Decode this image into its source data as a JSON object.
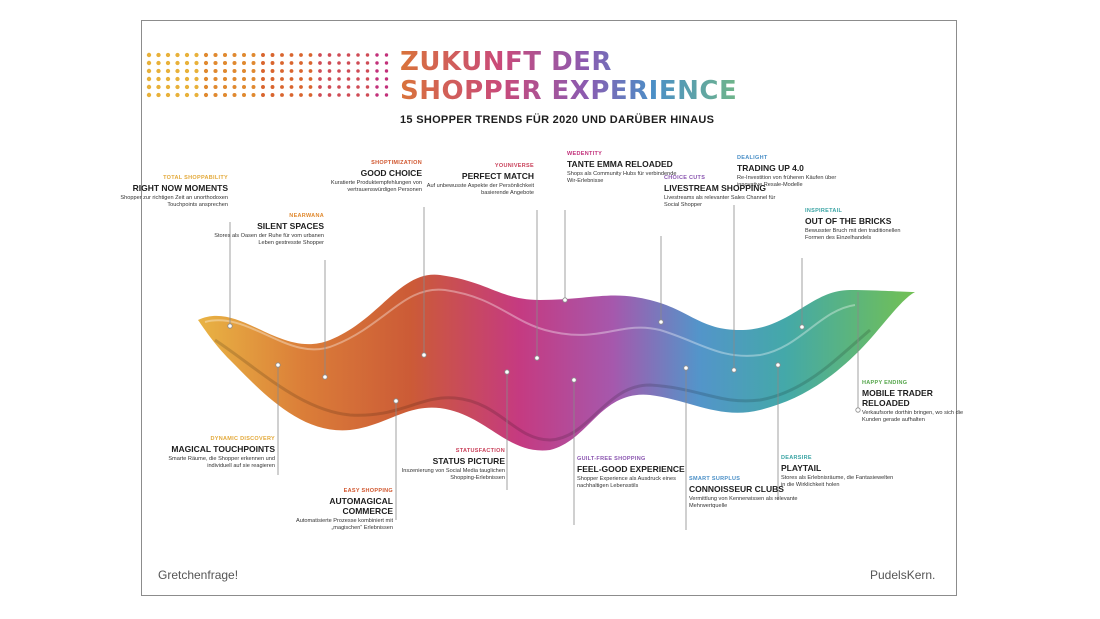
{
  "title_line1": "ZUKUNFT DER",
  "title_line2": "SHOPPER EXPERIENCE",
  "subtitle": "15 SHOPPER TRENDS FÜR 2020 UND DARÜBER HINAUS",
  "brand_left": "Gretchenfrage!",
  "brand_right": "PudelsKern.",
  "colors": {
    "orange": "#e0892f",
    "red": "#c94530",
    "magenta": "#c2307a",
    "purple": "#8a55b0",
    "blue": "#4a8fc7",
    "teal": "#3aa4a4",
    "green": "#55a64b"
  },
  "trends": [
    {
      "id": "right-now-moments",
      "category": "TOTAL SHOPPABILITY",
      "name": "RIGHT NOW MOMENTS",
      "desc": "Shopper zur richtigen Zeit an unorthodoxen Touchpoints ansprechen",
      "color": "#e3a93a"
    },
    {
      "id": "silent-spaces",
      "category": "NEARWANA",
      "name": "SILENT SPACES",
      "desc": "Stores als Oasen der Ruhe für vom urbanen Leben gestresste Shopper",
      "color": "#e0892f"
    },
    {
      "id": "good-choice",
      "category": "SHOPTIMIZATION",
      "name": "GOOD CHOICE",
      "desc": "Kuratierte Produktempfehlungen von vertrauenswürdigen Personen",
      "color": "#d0562e"
    },
    {
      "id": "perfect-match",
      "category": "YOUNIVERSE",
      "name": "PERFECT MATCH",
      "desc": "Auf unbewusste Aspekte der Persönlichkeit basierende Angebote",
      "color": "#c9415a"
    },
    {
      "id": "tante-emma-reloaded",
      "category": "WEDENTITY",
      "name": "TANTE EMMA RELOADED",
      "desc": "Shops als Community Hubs für verbindende Wir-Erlebnisse",
      "color": "#c2307a"
    },
    {
      "id": "livestream-shopping",
      "category": "CHOICE CUTS",
      "name": "LIVESTREAM SHOPPING",
      "desc": "Livestreams als relevanter Sales Channel für Social Shopper",
      "color": "#8a55b0"
    },
    {
      "id": "trading-up",
      "category": "DEALIGHT",
      "name": "TRADING UP 4.0",
      "desc": "Re-Investition von früheren Käufen über innovative Resale-Modelle",
      "color": "#4a8fc7"
    },
    {
      "id": "out-of-the-bricks",
      "category": "INSPIRETAIL",
      "name": "OUT OF THE BRICKS",
      "desc": "Bewusster Bruch mit den traditionellen Formen des Einzelhandels",
      "color": "#3aa4a4"
    },
    {
      "id": "magical-touchpoints",
      "category": "DYNAMIC DISCOVERY",
      "name": "MAGICAL TOUCHPOINTS",
      "desc": "Smarte Räume, die Shopper erkennen und individuell auf sie reagieren",
      "color": "#e3a93a"
    },
    {
      "id": "automagical-commerce",
      "category": "EASY SHOPPING",
      "name": "AUTOMAGICAL COMMERCE",
      "desc": "Automatisierte Prozesse kombiniert mit „magischen“ Erlebnissen",
      "color": "#d0562e"
    },
    {
      "id": "status-picture",
      "category": "STATUSFACTION",
      "name": "STATUS PICTURE",
      "desc": "Inszenierung von Social Media tauglichen Shopping-Erlebnissen",
      "color": "#c9415a"
    },
    {
      "id": "feel-good-experience",
      "category": "GUILT-FREE SHOPPING",
      "name": "FEEL-GOOD EXPERIENCE",
      "desc": "Shopper Experience als Ausdruck eines nachhaltigen Lebensstils",
      "color": "#8a55b0"
    },
    {
      "id": "connoisseur-clubs",
      "category": "SMART SURPLUS",
      "name": "CONNOISSEUR CLUBS",
      "desc": "Vermittlung von Kennerwissen als relevante Mehrwertquelle",
      "color": "#4a8fc7"
    },
    {
      "id": "playtail",
      "category": "DEARSIRE",
      "name": "PLAYTAIL",
      "desc": "Stores als Erlebnisräume, die Fantasiewelten in die Wirklichkeit holen",
      "color": "#3aa4a4"
    },
    {
      "id": "mobile-trader-reloaded",
      "category": "HAPPY ENDING",
      "name": "MOBILE TRADER RELOADED",
      "desc": "Verkaufsorte dorthin bringen, wo sich die Kunden gerade aufhalten",
      "color": "#55a64b"
    }
  ]
}
